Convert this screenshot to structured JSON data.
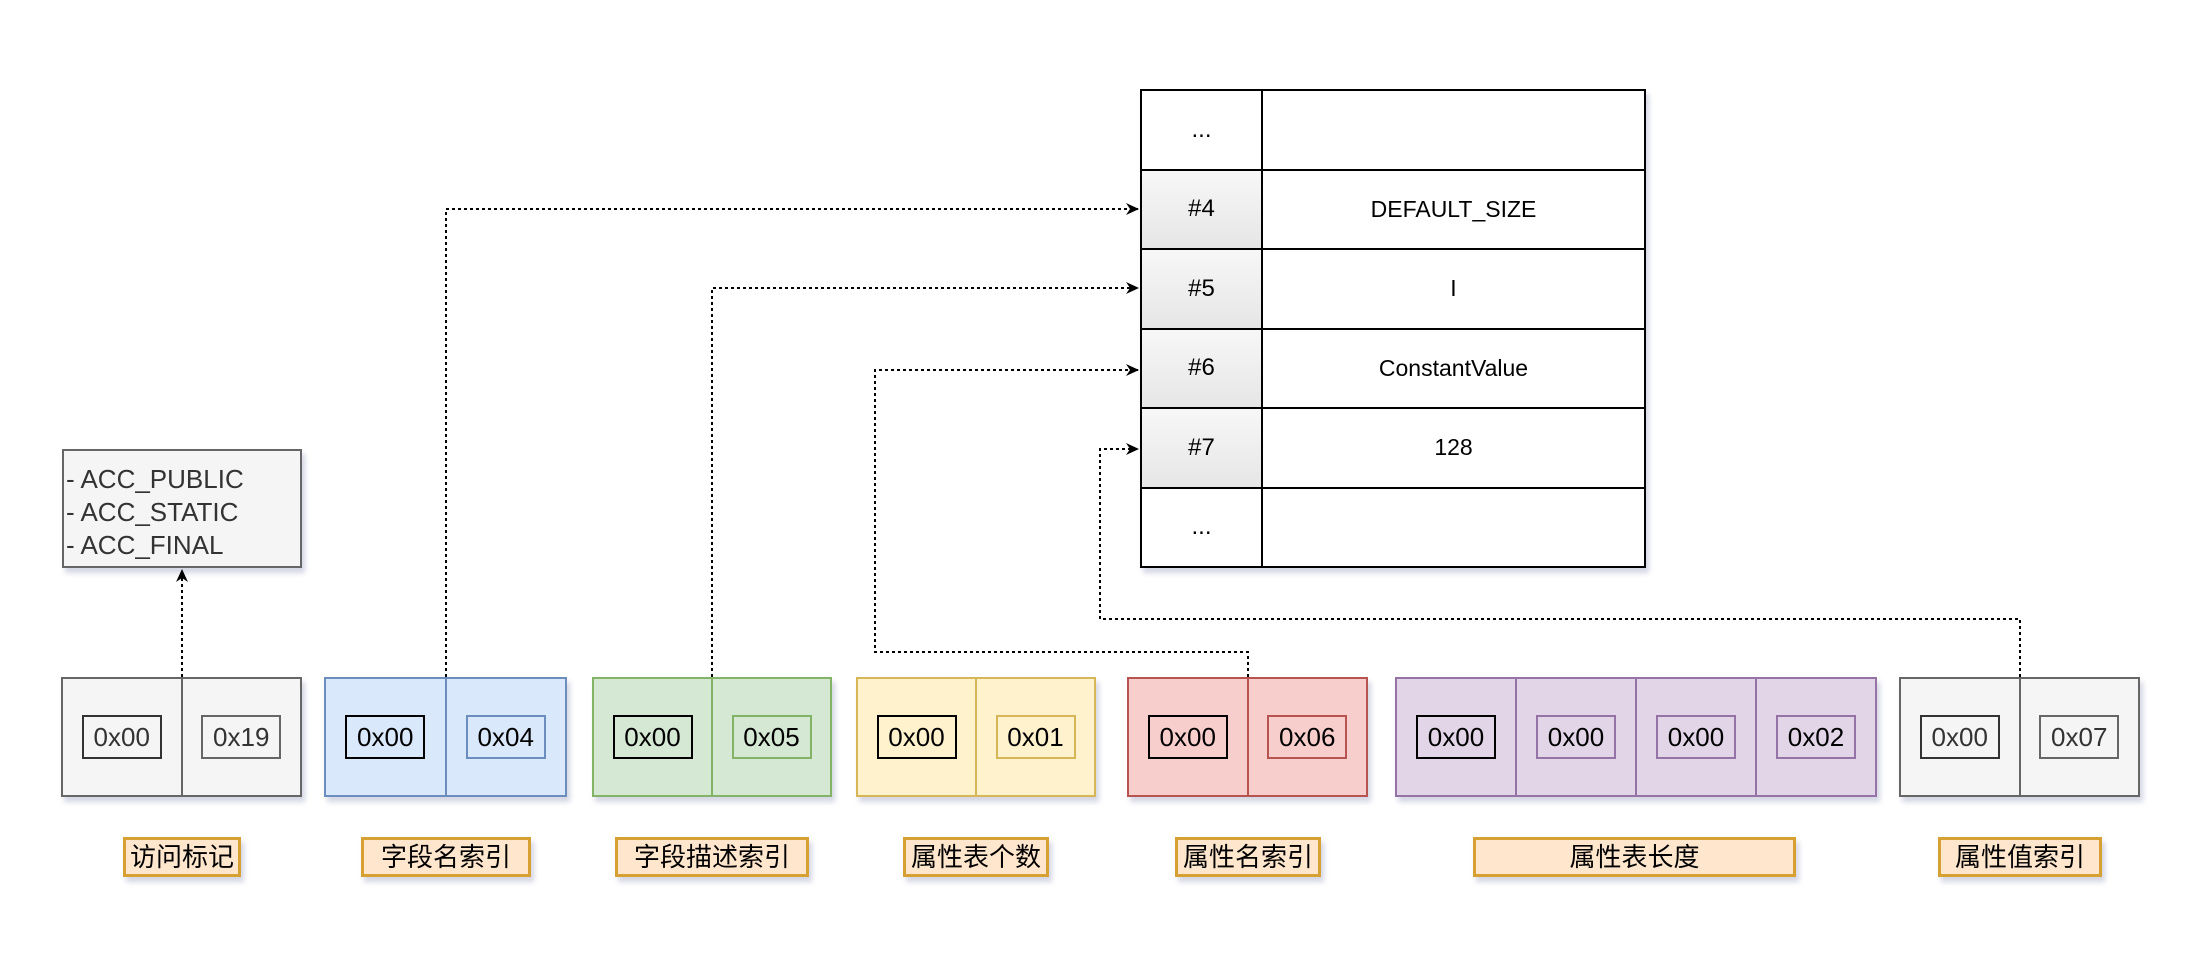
{
  "access_flags_note": {
    "lines": [
      "- ACC_PUBLIC",
      "- ACC_STATIC",
      "- ACC_FINAL"
    ]
  },
  "byte_groups": [
    {
      "name": "access-flags",
      "label": "访问标记",
      "bytes": [
        "0x00",
        "0x19"
      ],
      "color": "gray"
    },
    {
      "name": "field-name-index",
      "label": "字段名索引",
      "bytes": [
        "0x00",
        "0x04"
      ],
      "color": "blue"
    },
    {
      "name": "field-descriptor-index",
      "label": "字段描述索引",
      "bytes": [
        "0x00",
        "0x05"
      ],
      "color": "green"
    },
    {
      "name": "attributes-count",
      "label": "属性表个数",
      "bytes": [
        "0x00",
        "0x01"
      ],
      "color": "yellow"
    },
    {
      "name": "attribute-name-index",
      "label": "属性名索引",
      "bytes": [
        "0x00",
        "0x06"
      ],
      "color": "red"
    },
    {
      "name": "attribute-length",
      "label": "属性表长度",
      "bytes": [
        "0x00",
        "0x00",
        "0x00",
        "0x02"
      ],
      "color": "purple"
    },
    {
      "name": "constantvalue-index",
      "label": "属性值索引",
      "bytes": [
        "0x00",
        "0x07"
      ],
      "color": "gray"
    }
  ],
  "constant_pool": {
    "rows": [
      {
        "index": "...",
        "value": ""
      },
      {
        "index": "#4",
        "value": "DEFAULT_SIZE"
      },
      {
        "index": "#5",
        "value": "I"
      },
      {
        "index": "#6",
        "value": "ConstantValue"
      },
      {
        "index": "#7",
        "value": "128"
      },
      {
        "index": "...",
        "value": ""
      }
    ]
  },
  "connectors": [
    {
      "from": "access-flags",
      "to": "access-flags-note"
    },
    {
      "from": "field-name-index",
      "to": "#4"
    },
    {
      "from": "field-descriptor-index",
      "to": "#5"
    },
    {
      "from": "attribute-name-index",
      "to": "#6"
    },
    {
      "from": "constantvalue-index",
      "to": "#7"
    }
  ],
  "colors": {
    "gray": {
      "fill": "#f5f5f5",
      "stroke": "#666666"
    },
    "blue": {
      "fill": "#dae8fc",
      "stroke": "#6c8ebf"
    },
    "green": {
      "fill": "#d5e8d4",
      "stroke": "#82b366"
    },
    "yellow": {
      "fill": "#fff2cc",
      "stroke": "#d6b656"
    },
    "red": {
      "fill": "#f8cecc",
      "stroke": "#b85450"
    },
    "purple": {
      "fill": "#e1d5e7",
      "stroke": "#9673a6"
    },
    "label": {
      "fill": "#ffe6cc",
      "stroke": "#d6a032"
    }
  }
}
